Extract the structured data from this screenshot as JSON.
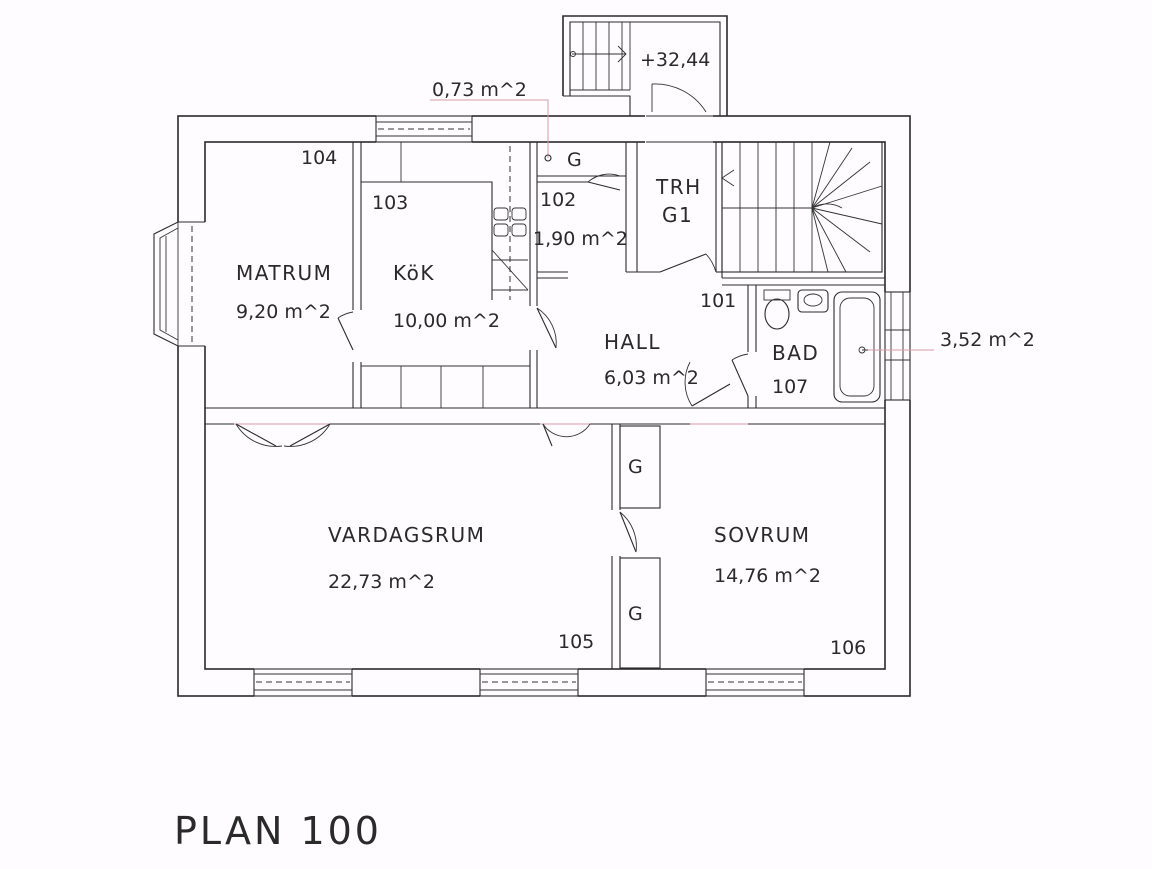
{
  "title": "PLAN 100",
  "rooms": {
    "matrum": {
      "name": "MATRUM",
      "area": "9,20 m^2",
      "number": "104"
    },
    "kok": {
      "name": "KöK",
      "area": "10,00 m^2",
      "number": "103"
    },
    "pantry": {
      "area": "1,90 m^2",
      "number": "102"
    },
    "trh": {
      "name": "TRH",
      "sub": "G1"
    },
    "hall": {
      "name": "HALL",
      "area": "6,03 m^2",
      "number": "101"
    },
    "bad": {
      "name": "BAD",
      "number": "107"
    },
    "vardagsrum": {
      "name": "VARDAGSRUM",
      "area": "22,73 m^2",
      "number": "105"
    },
    "sovrum": {
      "name": "SOVRUM",
      "area": "14,76 m^2",
      "number": "106"
    }
  },
  "annotations": {
    "closet_area": "0,73 m^2",
    "bath_area": "3,52 m^2",
    "entry_level": "+32,44"
  },
  "closet_marks": [
    "G",
    "G",
    "G"
  ]
}
